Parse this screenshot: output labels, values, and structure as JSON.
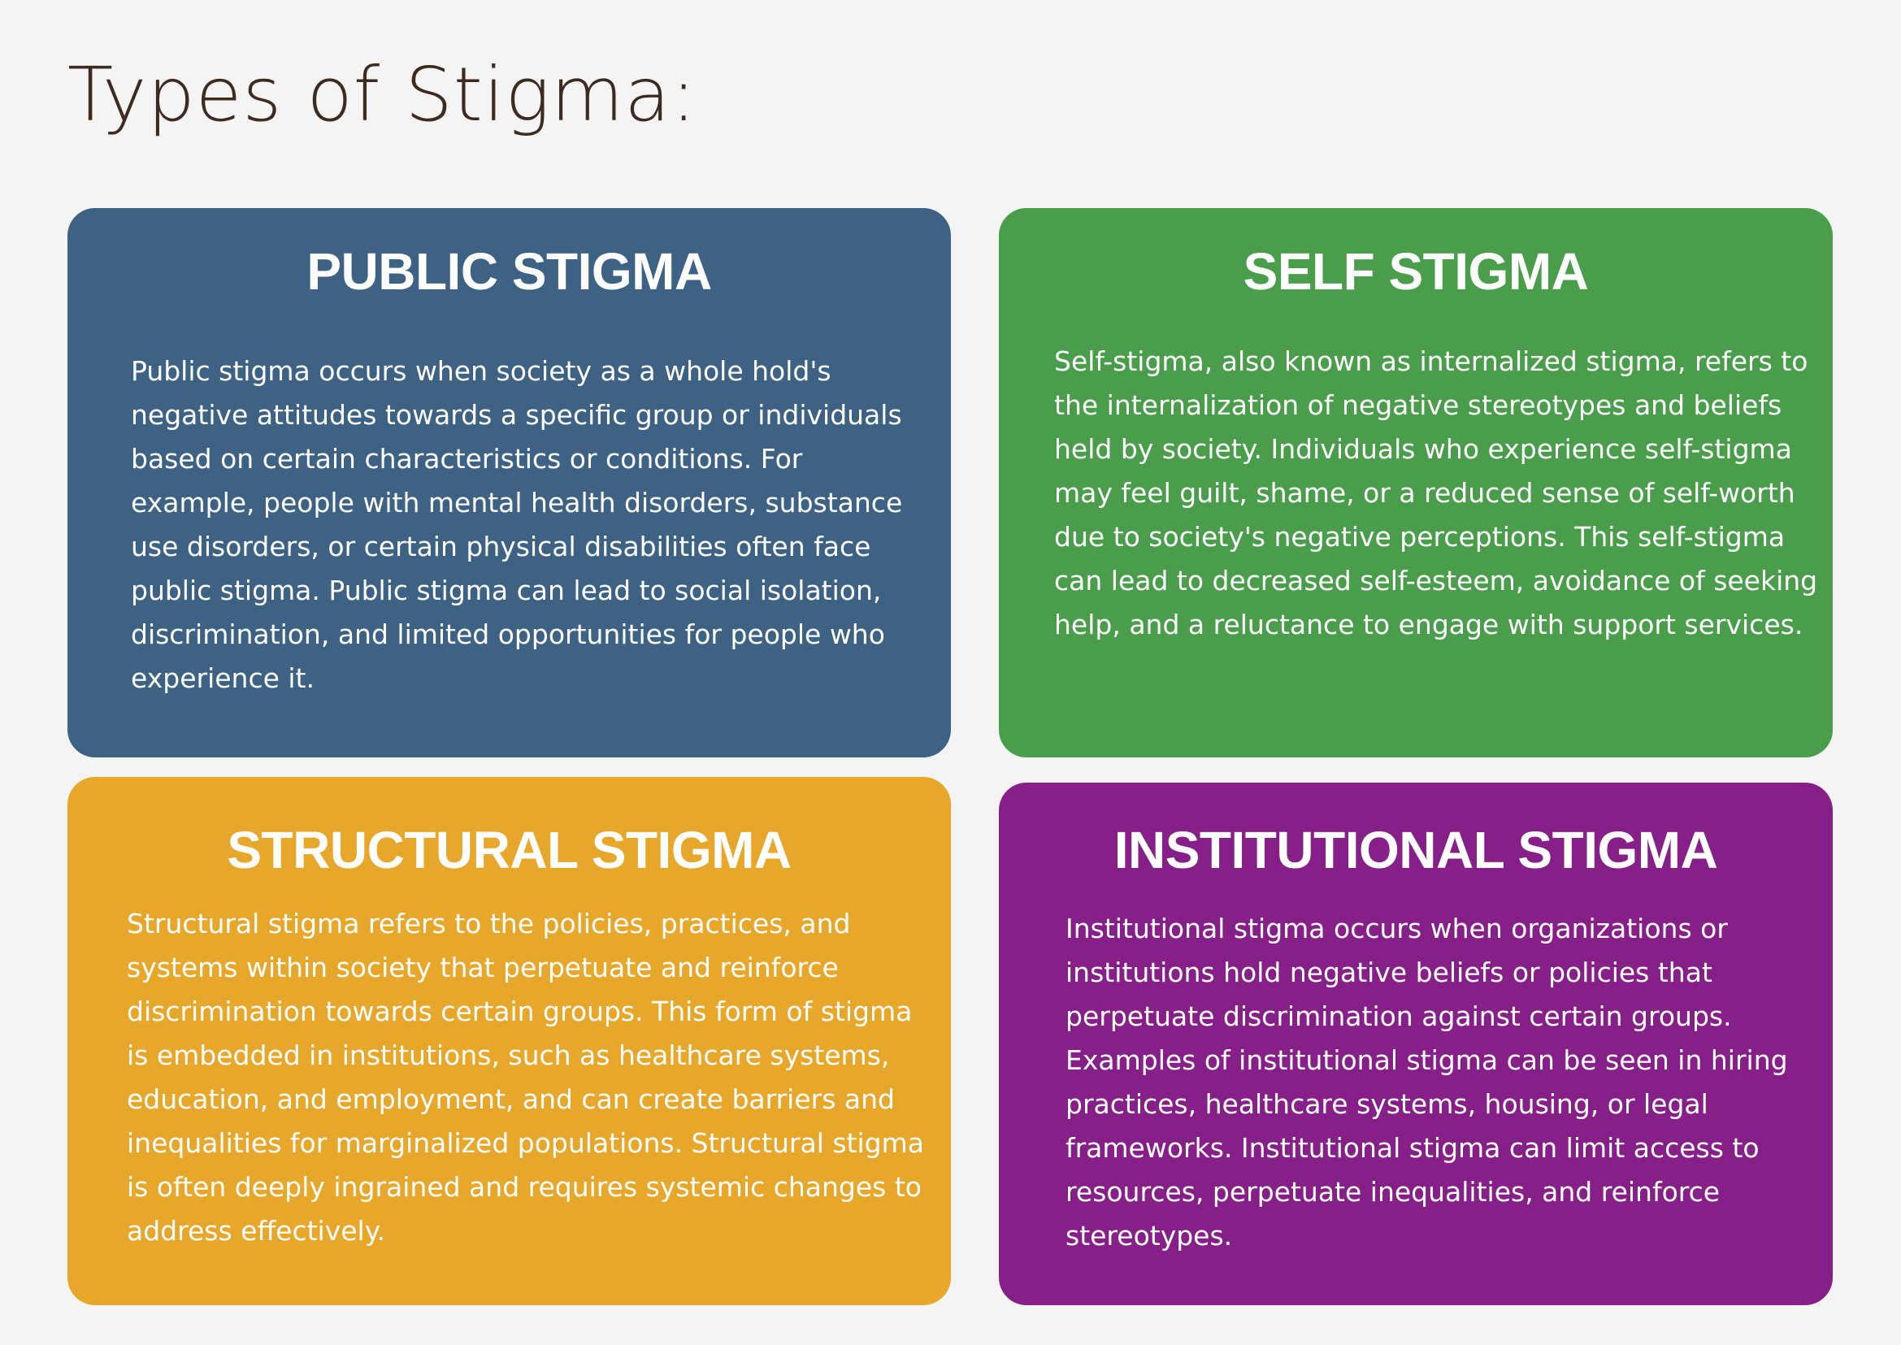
{
  "page": {
    "title": "Types of Stigma:"
  },
  "cards": [
    {
      "heading": "PUBLIC STIGMA",
      "body": "Public stigma occurs when society as a whole hold's\nnegative attitudes towards a specific group or individuals\nbased on certain characteristics or conditions. For\nexample, people with mental health disorders, substance\nuse disorders, or certain physical disabilities often face\npublic stigma. Public stigma can lead to social isolation,\ndiscrimination, and limited opportunities for people who\nexperience it.",
      "color": "#3d6283"
    },
    {
      "heading": "SELF STIGMA",
      "body": "Self-stigma, also known as internalized stigma, refers to\nthe internalization of negative stereotypes and beliefs\nheld by society. Individuals who experience self-stigma\nmay feel guilt, shame, or a reduced sense of self-worth\ndue to society's negative perceptions. This self-stigma\n can lead to decreased self-esteem, avoidance of seeking\nhelp, and a reluctance to engage with support services.",
      "color": "#4a9e4b"
    },
    {
      "heading": "STRUCTURAL STIGMA",
      "body": "Structural stigma refers to the policies, practices, and\nsystems within society that perpetuate and reinforce\ndiscrimination towards certain groups. This form of stigma\nis embedded in institutions, such as healthcare systems,\neducation, and employment, and can create barriers and\ninequalities for marginalized populations. Structural stigma\nis often deeply ingrained and requires systemic changes to\naddress effectively.",
      "color": "#e7a72b"
    },
    {
      "heading": "INSTITUTIONAL STIGMA",
      "body": "Institutional stigma occurs when organizations or\ninstitutions hold negative beliefs or policies that\nperpetuate discrimination against certain groups.\nExamples of institutional stigma can be seen in hiring\npractices, healthcare systems, housing, or legal\nframeworks. Institutional stigma can limit access to\nresources, perpetuate inequalities, and reinforce\nstereotypes.",
      "color": "#862088"
    }
  ]
}
